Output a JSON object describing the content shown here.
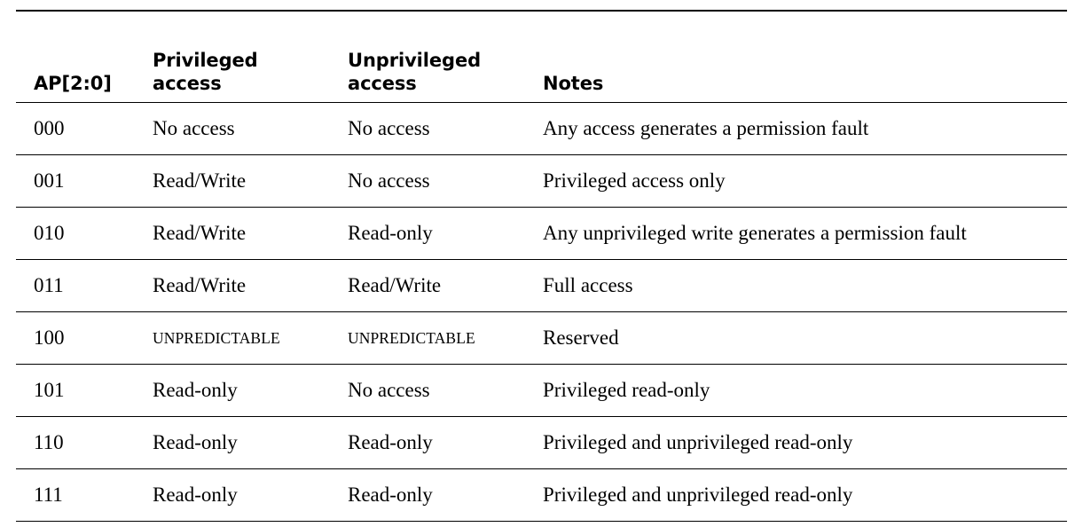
{
  "table": {
    "columns": [
      {
        "key": "ap",
        "label": "AP[2:0]"
      },
      {
        "key": "priv",
        "label": "Privileged access"
      },
      {
        "key": "unpriv",
        "label": "Unprivileged access"
      },
      {
        "key": "notes",
        "label": "Notes"
      }
    ],
    "headers": {
      "ap": "AP[2:0]",
      "priv_line1": "Privileged",
      "priv_line2": "access",
      "unpriv_line1": "Unprivileged",
      "unpriv_line2": "access",
      "notes": "Notes"
    },
    "rows": [
      {
        "ap": "000",
        "priv": "No access",
        "unpriv": "No access",
        "notes": "Any access generates a permission fault"
      },
      {
        "ap": "001",
        "priv": "Read/Write",
        "unpriv": "No access",
        "notes": "Privileged access only"
      },
      {
        "ap": "010",
        "priv": "Read/Write",
        "unpriv": "Read-only",
        "notes": "Any unprivileged write generates a permission fault"
      },
      {
        "ap": "011",
        "priv": "Read/Write",
        "unpriv": "Read/Write",
        "notes": "Full access"
      },
      {
        "ap": "100",
        "priv": "UNPREDICTABLE",
        "unpriv": "UNPREDICTABLE",
        "notes": "Reserved"
      },
      {
        "ap": "101",
        "priv": "Read-only",
        "unpriv": "No access",
        "notes": "Privileged read-only"
      },
      {
        "ap": "110",
        "priv": "Read-only",
        "unpriv": "Read-only",
        "notes": "Privileged and unprivileged read-only"
      },
      {
        "ap": "111",
        "priv": "Read-only",
        "unpriv": "Read-only",
        "notes": "Privileged and unprivileged read-only"
      }
    ]
  },
  "style": {
    "text_color": "#000000",
    "background": "#ffffff",
    "rule_color": "#000000"
  }
}
